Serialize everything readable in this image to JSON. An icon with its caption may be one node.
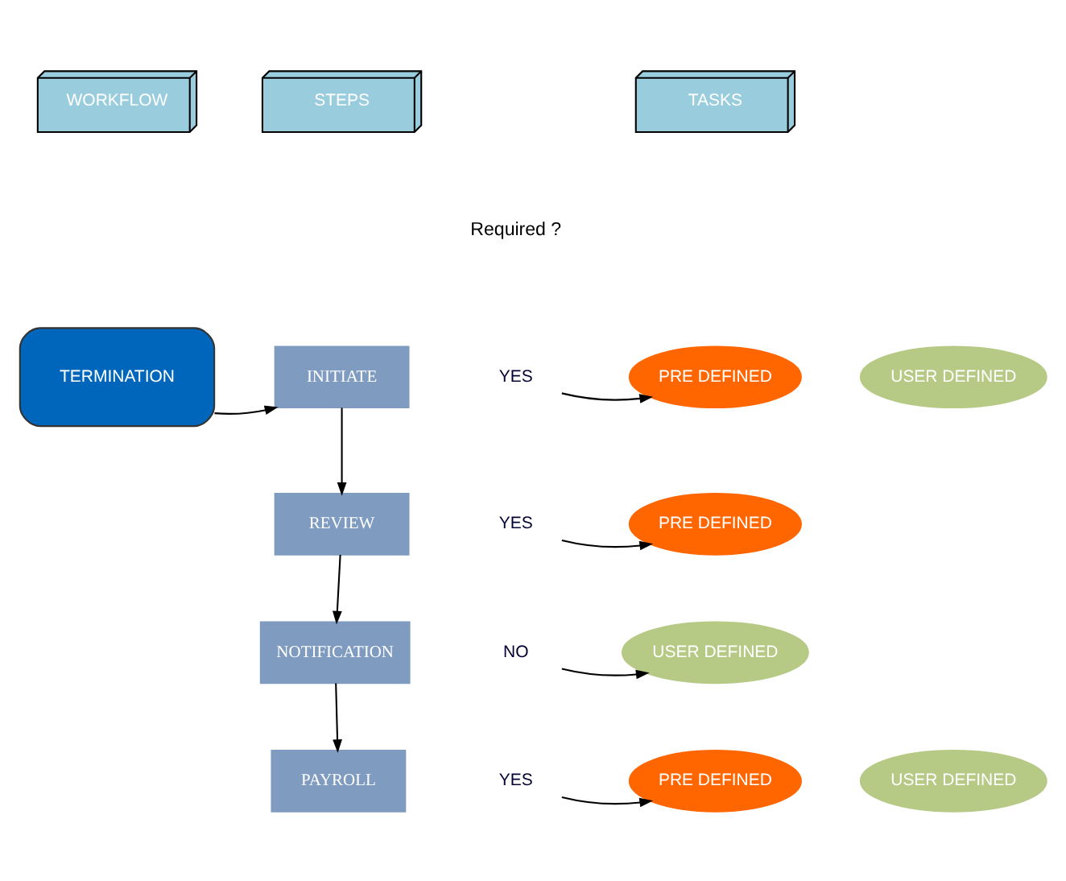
{
  "diagram": {
    "nodes": [
      {
        "text": [
          "WORKFLOW"
        ]
      },
      {
        "text": [
          "STEPS"
        ]
      },
      {
        "text": [
          "TASKS"
        ]
      },
      {
        "text": [
          "TERMINATION"
        ]
      },
      {
        "text": [
          "INITIATE"
        ]
      },
      {
        "text": [
          "YES"
        ]
      },
      {
        "text": [
          "PRE DEFINED"
        ]
      },
      {
        "text": [
          "USER DEFINED"
        ]
      },
      {
        "text": [
          "REVIEW"
        ]
      },
      {
        "text": [
          "YES"
        ]
      },
      {
        "text": [
          "PRE DEFINED"
        ]
      },
      {
        "text": [
          "NOTIFICATION"
        ]
      },
      {
        "text": [
          "NO"
        ]
      },
      {
        "text": [
          "USER DEFINED"
        ]
      },
      {
        "text": [
          "PAYROLL"
        ]
      },
      {
        "text": [
          "YES"
        ]
      },
      {
        "text": [
          "PRE DEFINED"
        ]
      },
      {
        "text": [
          "USER DEFINED"
        ]
      }
    ],
    "edges": [
      {
        "from": 3,
        "to": 4,
        "arrow": "to"
      },
      {
        "from": 5,
        "to": 6,
        "arrow": "to"
      },
      {
        "from": 4,
        "to": 8,
        "arrow": "to"
      },
      {
        "from": 9,
        "to": 10,
        "arrow": "to"
      },
      {
        "from": 8,
        "to": 11,
        "arrow": "to"
      },
      {
        "from": 12,
        "to": 13,
        "arrow": "to"
      },
      {
        "from": 11,
        "to": 14,
        "arrow": "to"
      },
      {
        "from": 15,
        "to": 16,
        "arrow": "to"
      }
    ],
    "labels": [
      "Required ?"
    ]
  }
}
